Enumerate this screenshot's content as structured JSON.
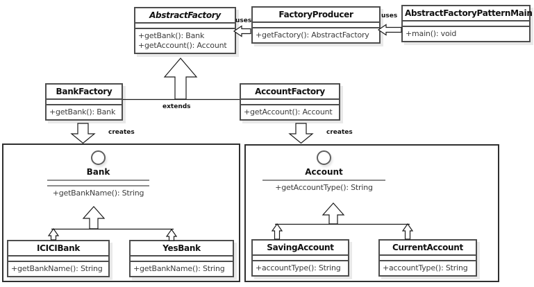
{
  "labels": {
    "uses_producer_to_abstract": "uses",
    "uses_main_to_producer": "uses",
    "extends": "extends",
    "creates_bank": "creates",
    "creates_account": "creates"
  },
  "classes": {
    "abstract_factory": {
      "name": "AbstractFactory",
      "abstract": true,
      "methods": [
        "+getBank(): Bank",
        "+getAccount(): Account"
      ]
    },
    "factory_producer": {
      "name": "FactoryProducer",
      "methods": [
        "+getFactory(): AbstractFactory"
      ]
    },
    "abstract_factory_pattern_main": {
      "name": "AbstractFactoryPatternMain",
      "methods": [
        "+main(): void"
      ]
    },
    "bank_factory": {
      "name": "BankFactory",
      "methods": [
        "+getBank(): Bank"
      ]
    },
    "account_factory": {
      "name": "AccountFactory",
      "methods": [
        "+getAccount(): Account"
      ]
    },
    "icici_bank": {
      "name": "ICICIBank",
      "methods": [
        "+getBankName(): String"
      ]
    },
    "yes_bank": {
      "name": "YesBank",
      "methods": [
        "+getBankName(): String"
      ]
    },
    "saving_account": {
      "name": "SavingAccount",
      "methods": [
        "+accountType(): String"
      ]
    },
    "current_account": {
      "name": "CurrentAccount",
      "methods": [
        "+accountType(): String"
      ]
    }
  },
  "interfaces": {
    "bank": {
      "name": "Bank",
      "methods": [
        "+getBankName(): String"
      ]
    },
    "account": {
      "name": "Account",
      "methods": [
        "+getAccountType(): String"
      ]
    }
  },
  "relationships": [
    {
      "from": "FactoryProducer",
      "to": "AbstractFactory",
      "type": "uses"
    },
    {
      "from": "AbstractFactoryPatternMain",
      "to": "FactoryProducer",
      "type": "uses"
    },
    {
      "from": "BankFactory",
      "to": "AbstractFactory",
      "type": "extends"
    },
    {
      "from": "AccountFactory",
      "to": "AbstractFactory",
      "type": "extends"
    },
    {
      "from": "BankFactory",
      "to": "Bank",
      "type": "creates"
    },
    {
      "from": "AccountFactory",
      "to": "Account",
      "type": "creates"
    },
    {
      "from": "ICICIBank",
      "to": "Bank",
      "type": "implements"
    },
    {
      "from": "YesBank",
      "to": "Bank",
      "type": "implements"
    },
    {
      "from": "SavingAccount",
      "to": "Account",
      "type": "implements"
    },
    {
      "from": "CurrentAccount",
      "to": "Account",
      "type": "implements"
    }
  ],
  "colors": {
    "background": "#ffffff",
    "class_border": "#4d4d4d",
    "package_border": "#2f2f2f",
    "divider": "#8c8c8c",
    "title_text": "#111111",
    "method_text": "#3b3b3b",
    "box_shadow": "#e9e9e9",
    "connector": "#1a1a1a"
  }
}
